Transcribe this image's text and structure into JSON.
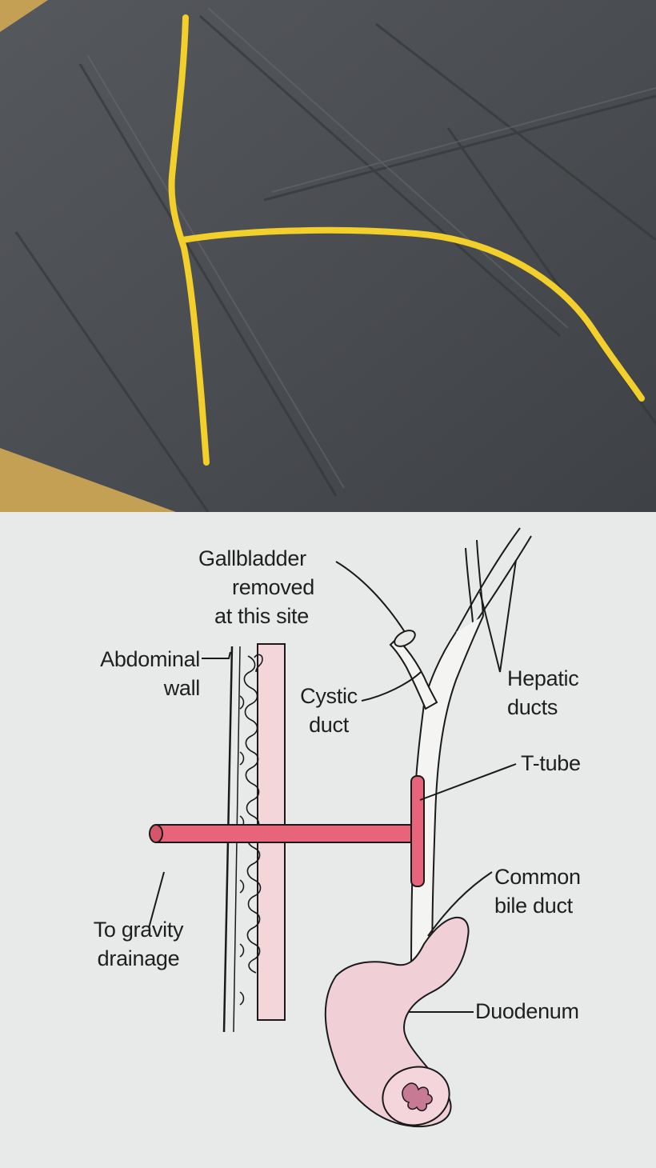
{
  "photo": {
    "subject_icon": "t-tube-drain-photo",
    "tube_color": "#f2cf2a",
    "drape_color": "#4d5054"
  },
  "diagram": {
    "labels": {
      "gallbladder": [
        "Gallbladder",
        "removed",
        "at this site"
      ],
      "abdominal_wall": [
        "Abdominal",
        "wall"
      ],
      "cystic_duct": [
        "Cystic",
        "duct"
      ],
      "hepatic_ducts": [
        "Hepatic",
        "ducts"
      ],
      "t_tube": "T-tube",
      "common_bile_duct": [
        "Common",
        "bile duct"
      ],
      "to_gravity_drainage": [
        "To gravity",
        "drainage"
      ],
      "duodenum": "Duodenum"
    },
    "colors": {
      "t_tube": "#e8647a",
      "duodenum": "#f0cfd6",
      "abdominal_wall": "#f2d6da",
      "ink": "#1a1a1a"
    }
  }
}
